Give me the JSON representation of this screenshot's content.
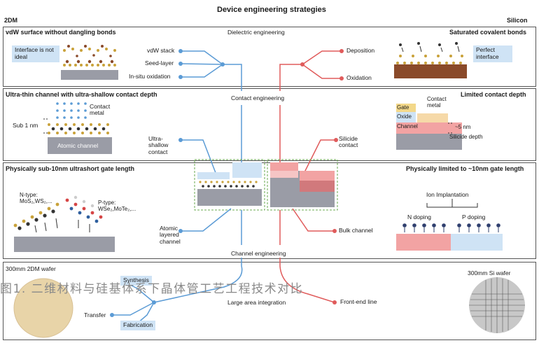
{
  "header": {
    "title": "Device engineering strategies",
    "left": "2DM",
    "right": "Silicon"
  },
  "row1": {
    "left_title": "vdW surface without dangling bonds",
    "left_note": "Interface is not ideal",
    "center_title": "Dielectric engineering",
    "right_title": "Saturated covalent bonds",
    "right_note": "Perfect interface",
    "blue_branches": [
      "vdW stack",
      "Seed-layer",
      "In-situ oxidation"
    ],
    "red_branches": [
      "Deposition",
      "Oxidation"
    ]
  },
  "row2": {
    "left_title": "Ultra-thin channel with ultra-shallow contact depth",
    "contact_metal": "Contact metal",
    "sub_nm": "Sub 1 nm",
    "atomic_channel": "Atomic channel",
    "center_title": "Contact engineering",
    "right_title": "Limited contact depth",
    "si_gate": "Gate",
    "si_oxide": "Oxide",
    "si_channel": "Channel",
    "si_contact_metal": "Contact metal",
    "si_5nm": "~5 nm",
    "si_silicide_depth": "Silicide depth",
    "blue_branch": "Ultra-shallow contact",
    "red_branch": "Silicide contact"
  },
  "row3": {
    "left_title": "Physically sub-10nm ultrashort gate length",
    "ntype": "N-type: MoS₂,WS₂,...",
    "ptype": "P-type: WSe₂,MoTe₂,...",
    "right_title": "Physically limited to ~10nm gate length",
    "ion": "Ion Implantation",
    "ndoping": "N doping",
    "pdoping": "P doping",
    "blue_branch": "Atomic layered channel",
    "red_branch": "Bulk channel",
    "center_title": "Channel engineering"
  },
  "row4": {
    "left_title": "300mm 2DM wafer",
    "right_title": "300mm Si wafer",
    "synthesis": "Synthesis",
    "transfer": "Transfer",
    "fabrication": "Fabrication",
    "center_title": "Large area integration",
    "red_branch": "Front-end line"
  },
  "caption": "图1. 二维材料与硅基体系下晶体管工艺工程技术对比",
  "colors": {
    "blue": "#5b9bd5",
    "red": "#e05b5b",
    "pink": "#f2a3a3",
    "lightblue": "#cfe3f5",
    "gray": "#9a9ca6"
  }
}
